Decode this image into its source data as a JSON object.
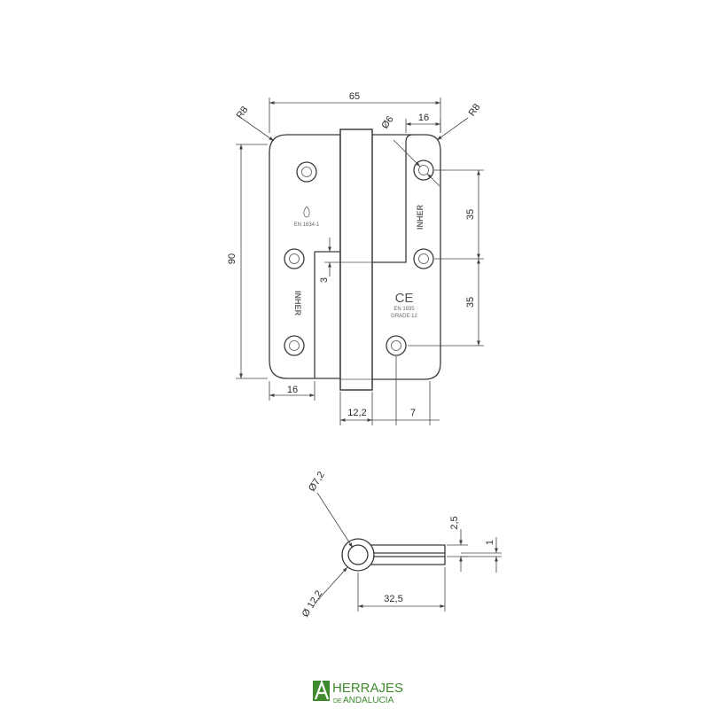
{
  "dimensions": {
    "width_total": "65",
    "radius_left": "R8",
    "radius_right": "R8",
    "hole_diameter": "Ø6",
    "right_offset": "16",
    "height": "90",
    "spacing_upper": "35",
    "spacing_lower": "35",
    "gap": "3",
    "left_bottom": "16",
    "knuckle_width": "12,2",
    "hole_offset": "7",
    "pin_inner_diameter": "Ø7,2",
    "pin_outer_diameter": "Ø 12,2",
    "pin_length": "32,5",
    "pin_height": "2,5",
    "pin_thickness": "1"
  },
  "leaf_markings": {
    "fire_standard": "EN 1634-1",
    "brand_left": "INHER",
    "brand_right": "INHER",
    "ce": "CE",
    "standard": "EN 1935",
    "grade": "GRADE 12"
  },
  "logo": {
    "line1": "HERRAJES",
    "line2_small": "DE",
    "line2": "ANDALUCIA",
    "color": "#3f8a2e"
  }
}
